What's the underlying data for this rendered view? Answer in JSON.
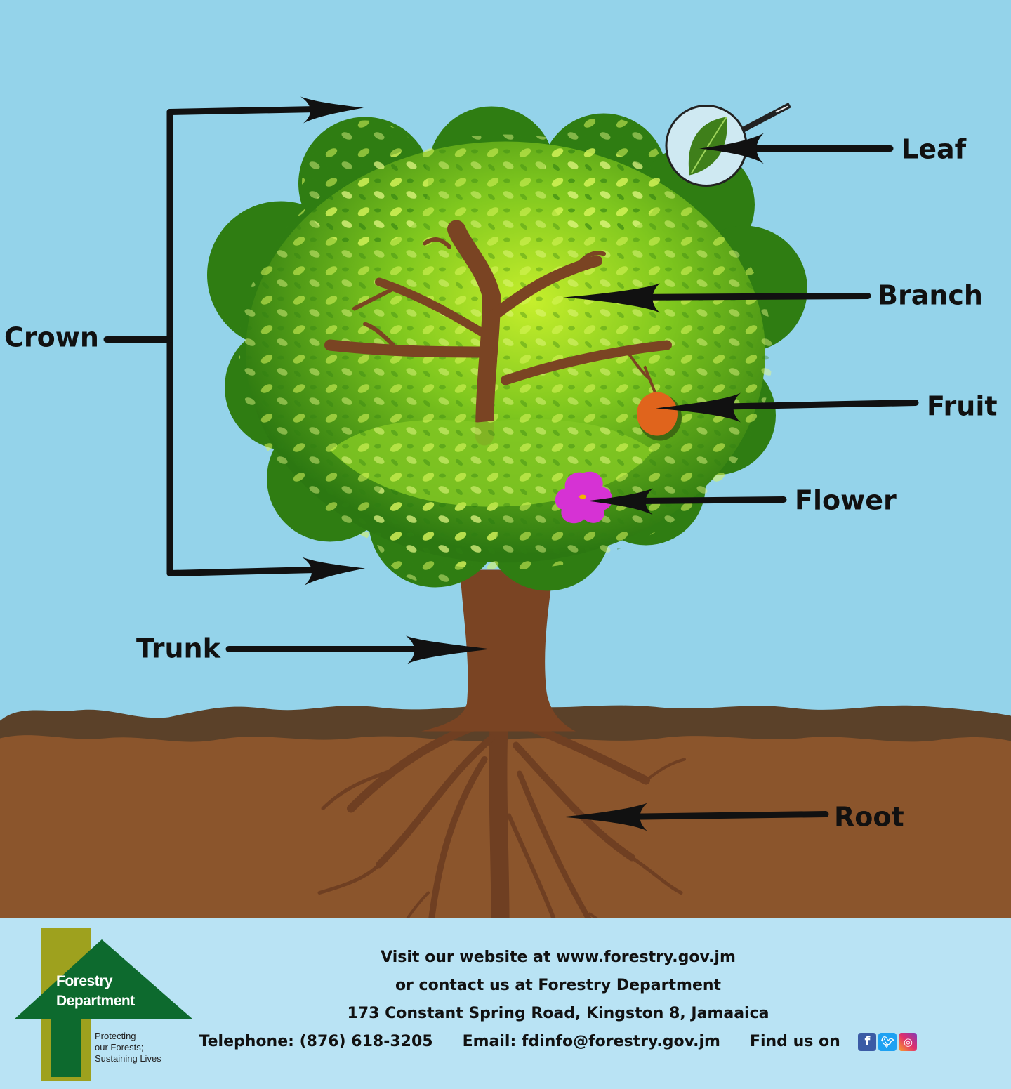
{
  "labels": {
    "crown": "Crown",
    "leaf": "Leaf",
    "branch": "Branch",
    "fruit": "Fruit",
    "flower": "Flower",
    "trunk": "Trunk",
    "root": "Root"
  },
  "footer": {
    "line1": "Visit our website at www.forestry.gov.jm",
    "line2": "or contact us at Forestry Department",
    "line3": "173 Constant Spring Road, Kingston 8, Jamaaica",
    "telephone": "Telephone: (876) 618-3205",
    "email": "Email: fdinfo@forestry.gov.jm",
    "find_us": "Find us on",
    "social": [
      "facebook-icon",
      "twitter-icon",
      "instagram-icon"
    ]
  },
  "logo": {
    "name_line1": "Forestry",
    "name_line2": "Department",
    "tagline_line1": "Protecting",
    "tagline_line2": "our Forests;",
    "tagline_line3": "Sustaining Lives"
  },
  "colors": {
    "sky": "#94d3ea",
    "soil": "#8b552c",
    "topsoil": "#5b4129",
    "trunk": "#7a4423",
    "foliage_dark": "#2f7d12",
    "foliage_light": "#b7e52a",
    "fruit": "#e0641c",
    "flower": "#d632d4",
    "footer_bg": "#b9e3f4",
    "logo_green": "#0d6a2e",
    "logo_olive": "#9ea11e"
  }
}
